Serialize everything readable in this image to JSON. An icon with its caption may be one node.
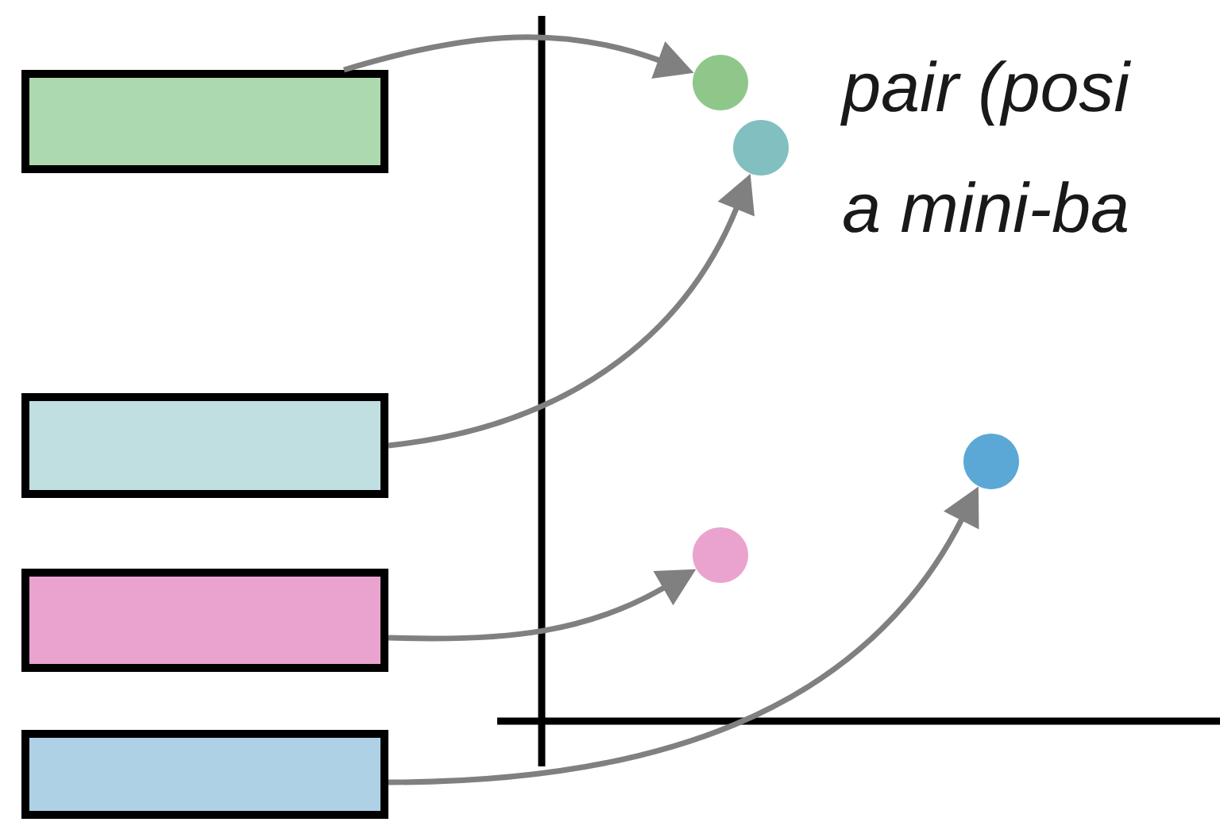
{
  "diagram": {
    "nodes": [
      {
        "text": [],
        "shape": "box"
      },
      {
        "text": [],
        "shape": "box"
      },
      {
        "text": [],
        "shape": "box"
      },
      {
        "text": [],
        "shape": "box"
      },
      {
        "text": [],
        "shape": "circle"
      },
      {
        "text": [],
        "shape": "circle"
      },
      {
        "text": [],
        "shape": "circle"
      },
      {
        "text": [],
        "shape": "circle"
      }
    ],
    "edges": [
      {
        "from": 0,
        "to": 4,
        "arrow": "to"
      },
      {
        "from": 1,
        "to": 5,
        "arrow": "to"
      },
      {
        "from": 2,
        "to": 7,
        "arrow": "to"
      },
      {
        "from": 3,
        "to": 6,
        "arrow": "to"
      }
    ],
    "labels": [
      "pair (posi",
      "a mini-ba"
    ]
  }
}
